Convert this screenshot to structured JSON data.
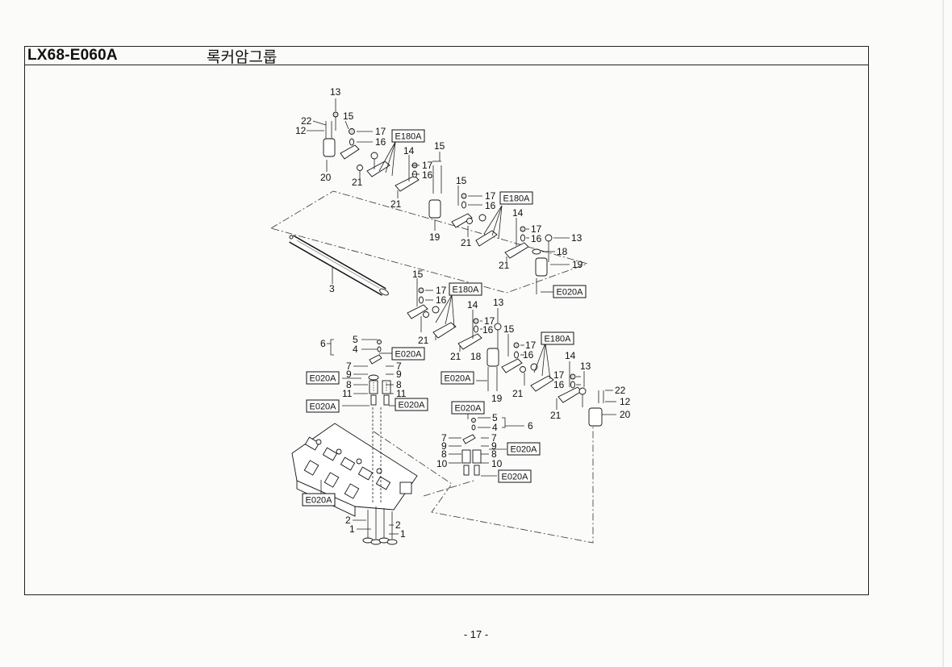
{
  "header": {
    "code": "LX68-E060A",
    "title": "록커암그룹"
  },
  "footer": {
    "page_number": "- 17 -"
  },
  "diagram": {
    "labels": [
      {
        "id": "l1",
        "text": "13"
      },
      {
        "id": "l2",
        "text": "22"
      },
      {
        "id": "l3",
        "text": "12"
      },
      {
        "id": "l4",
        "text": "15"
      },
      {
        "id": "l5",
        "text": "17"
      },
      {
        "id": "l6",
        "text": "16"
      },
      {
        "id": "l7",
        "text": "20"
      },
      {
        "id": "l8",
        "text": "21"
      },
      {
        "id": "l9",
        "text": "14"
      },
      {
        "id": "l10",
        "text": "15"
      },
      {
        "id": "l11",
        "text": "17"
      },
      {
        "id": "l12",
        "text": "16"
      },
      {
        "id": "l13",
        "text": "21"
      },
      {
        "id": "l14",
        "text": "15"
      },
      {
        "id": "l15",
        "text": "17"
      },
      {
        "id": "l16",
        "text": "16"
      },
      {
        "id": "l17",
        "text": "19"
      },
      {
        "id": "l18",
        "text": "21"
      },
      {
        "id": "l19",
        "text": "14"
      },
      {
        "id": "l20",
        "text": "17"
      },
      {
        "id": "l21",
        "text": "16"
      },
      {
        "id": "l22",
        "text": "13"
      },
      {
        "id": "l23",
        "text": "18"
      },
      {
        "id": "l24",
        "text": "21"
      },
      {
        "id": "l25",
        "text": "19"
      },
      {
        "id": "l26",
        "text": "3"
      },
      {
        "id": "l27",
        "text": "15"
      },
      {
        "id": "l28",
        "text": "17"
      },
      {
        "id": "l29",
        "text": "16"
      },
      {
        "id": "l30",
        "text": "14"
      },
      {
        "id": "l31",
        "text": "13"
      },
      {
        "id": "l32",
        "text": "17"
      },
      {
        "id": "l33",
        "text": "16"
      },
      {
        "id": "l34",
        "text": "15"
      },
      {
        "id": "l35",
        "text": "21"
      },
      {
        "id": "l36",
        "text": "21"
      },
      {
        "id": "l37",
        "text": "18"
      },
      {
        "id": "l38",
        "text": "17"
      },
      {
        "id": "l39",
        "text": "16"
      },
      {
        "id": "l40",
        "text": "14"
      },
      {
        "id": "l41",
        "text": "19"
      },
      {
        "id": "l42",
        "text": "13"
      },
      {
        "id": "l43",
        "text": "17"
      },
      {
        "id": "l44",
        "text": "16"
      },
      {
        "id": "l45",
        "text": "21"
      },
      {
        "id": "l46",
        "text": "21"
      },
      {
        "id": "l47",
        "text": "22"
      },
      {
        "id": "l48",
        "text": "12"
      },
      {
        "id": "l49",
        "text": "20"
      },
      {
        "id": "l50",
        "text": "6"
      },
      {
        "id": "l51",
        "text": "5"
      },
      {
        "id": "l52",
        "text": "4"
      },
      {
        "id": "l53",
        "text": "7"
      },
      {
        "id": "l54",
        "text": "7"
      },
      {
        "id": "l55",
        "text": "9"
      },
      {
        "id": "l56",
        "text": "9"
      },
      {
        "id": "l57",
        "text": "8"
      },
      {
        "id": "l58",
        "text": "8"
      },
      {
        "id": "l59",
        "text": "11"
      },
      {
        "id": "l60",
        "text": "11"
      },
      {
        "id": "l61",
        "text": "5"
      },
      {
        "id": "l62",
        "text": "4"
      },
      {
        "id": "l63",
        "text": "6"
      },
      {
        "id": "l64",
        "text": "7"
      },
      {
        "id": "l65",
        "text": "7"
      },
      {
        "id": "l66",
        "text": "9"
      },
      {
        "id": "l67",
        "text": "9"
      },
      {
        "id": "l68",
        "text": "8"
      },
      {
        "id": "l69",
        "text": "8"
      },
      {
        "id": "l70",
        "text": "10"
      },
      {
        "id": "l71",
        "text": "10"
      },
      {
        "id": "l72",
        "text": "2"
      },
      {
        "id": "l73",
        "text": "1"
      },
      {
        "id": "l74",
        "text": "2"
      },
      {
        "id": "l75",
        "text": "1"
      }
    ],
    "refs": [
      {
        "id": "r1",
        "text": "E180A"
      },
      {
        "id": "r2",
        "text": "E180A"
      },
      {
        "id": "r3",
        "text": "E180A"
      },
      {
        "id": "r4",
        "text": "E180A"
      },
      {
        "id": "r5",
        "text": "E020A"
      },
      {
        "id": "r6",
        "text": "E020A"
      },
      {
        "id": "r7",
        "text": "E020A"
      },
      {
        "id": "r8",
        "text": "E020A"
      },
      {
        "id": "r9",
        "text": "E020A"
      },
      {
        "id": "r10",
        "text": "E020A"
      },
      {
        "id": "r11",
        "text": "E020A"
      },
      {
        "id": "r12",
        "text": "E020A"
      },
      {
        "id": "r13",
        "text": "E020A"
      },
      {
        "id": "r14",
        "text": "E020A"
      }
    ]
  }
}
